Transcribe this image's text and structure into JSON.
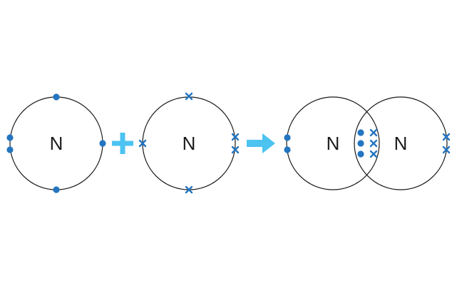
{
  "atoms": {
    "left": {
      "symbol": "N"
    },
    "middle": {
      "symbol": "N"
    },
    "product_left": {
      "symbol": "N"
    },
    "product_right": {
      "symbol": "N"
    }
  },
  "colors": {
    "electron": "#2475c0",
    "operator": "#4cc3f0",
    "shell": "#1a1a1a"
  },
  "icons": {
    "plus": "plus-icon",
    "arrow": "arrow-right-icon"
  }
}
